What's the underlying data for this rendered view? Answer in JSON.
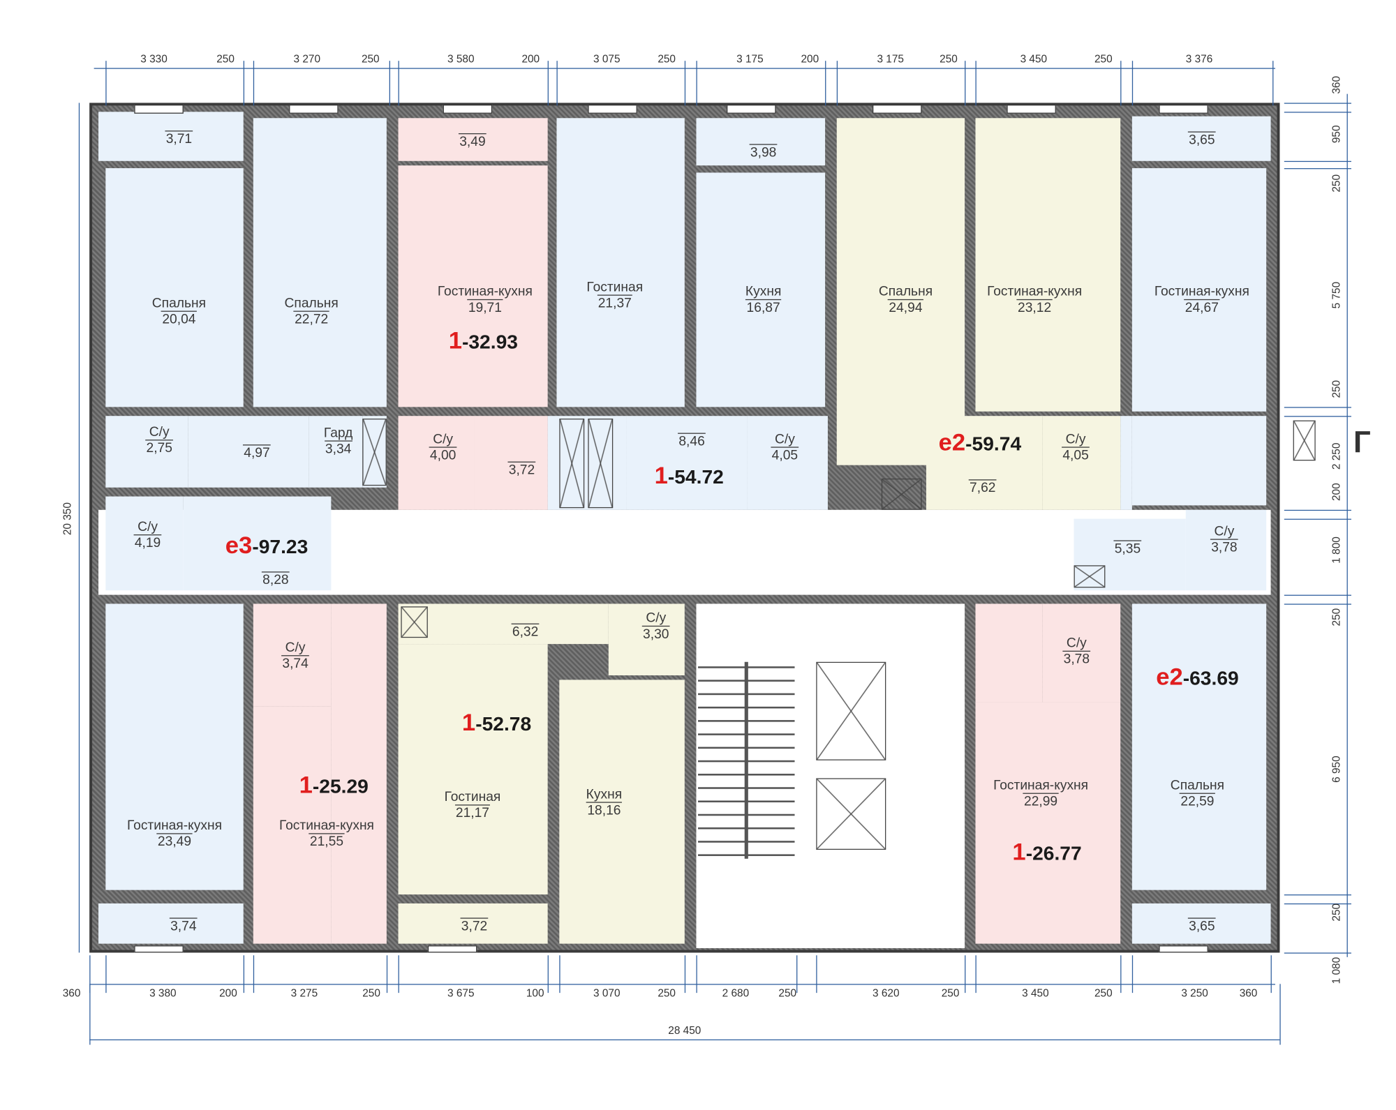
{
  "rooms": [
    {
      "area": "3,71"
    },
    {
      "name": "Спальня",
      "area": "20,04"
    },
    {
      "name": "Спальня",
      "area": "22,72"
    },
    {
      "area": "3,49"
    },
    {
      "name": "Гостиная-кухня",
      "area": "19,71"
    },
    {
      "name": "Гостиная",
      "area": "21,37"
    },
    {
      "area": "3,98"
    },
    {
      "name": "Кухня",
      "area": "16,87"
    },
    {
      "name": "Спальня",
      "area": "24,94"
    },
    {
      "name": "Гостиная-кухня",
      "area": "23,12"
    },
    {
      "area": "3,65"
    },
    {
      "name": "Гостиная-кухня",
      "area": "24,67"
    },
    {
      "name": "С/у",
      "area": "2,75"
    },
    {
      "area": "4,97"
    },
    {
      "name": "Гард",
      "area": "3,34"
    },
    {
      "name": "С/у",
      "area": "4,19"
    },
    {
      "area": "8,28"
    },
    {
      "name": "С/у",
      "area": "4,00"
    },
    {
      "area": "3,72"
    },
    {
      "area": "8,46"
    },
    {
      "name": "С/у",
      "area": "4,05"
    },
    {
      "area": "7,62"
    },
    {
      "name": "С/у",
      "area": "4,05"
    },
    {
      "area": "5,35"
    },
    {
      "name": "С/у",
      "area": "3,78"
    },
    {
      "name": "Гостиная-кухня",
      "area": "23,49"
    },
    {
      "area": "3,74"
    },
    {
      "name": "С/у",
      "area": "3,74"
    },
    {
      "name": "Гостиная-кухня",
      "area": "21,55"
    },
    {
      "area": "6,32"
    },
    {
      "name": "С/у",
      "area": "3,30"
    },
    {
      "name": "Гостиная",
      "area": "21,17"
    },
    {
      "name": "Кухня",
      "area": "18,16"
    },
    {
      "area": "3,72"
    },
    {
      "name": "С/у",
      "area": "3,78"
    },
    {
      "name": "Гостиная-кухня",
      "area": "22,99"
    },
    {
      "name": "Спальня",
      "area": "22,59"
    },
    {
      "area": "3,65"
    }
  ],
  "apartments": [
    {
      "type": "1",
      "area": "-32.93"
    },
    {
      "type": "1",
      "area": "-54.72"
    },
    {
      "type": "e2",
      "area": "-59.74"
    },
    {
      "type": "e3",
      "area": "-97.23"
    },
    {
      "type": "1",
      "area": "-25.29"
    },
    {
      "type": "1",
      "area": "-52.78"
    },
    {
      "type": "1",
      "area": "-26.77"
    },
    {
      "type": "e2",
      "area": "-63.69"
    }
  ],
  "dimensions": {
    "top": [
      "3 330",
      "250",
      "3 270",
      "250",
      "3 580",
      "200",
      "3 075",
      "250",
      "3 175",
      "200",
      "3 175",
      "250",
      "3 450",
      "250",
      "3 376"
    ],
    "bottom": [
      "360",
      "3 380",
      "200",
      "3 275",
      "250",
      "3 675",
      "100",
      "3 070",
      "250",
      "2 680",
      "250",
      "3 620",
      "250",
      "3 450",
      "250",
      "3 250",
      "360"
    ],
    "total_width": "28 450",
    "total_height": "20 350",
    "right": [
      "360",
      "950",
      "250",
      "5 750",
      "250",
      "2 250",
      "200",
      "1 800",
      "250",
      "6 950",
      "250",
      "1 080"
    ]
  },
  "section_mark": "Г",
  "colors": {
    "one_room": "#fbe4e4",
    "two_room": "#f6f5e1",
    "three_room": "#e9f2fb",
    "apartment_type": "#e01e1e",
    "dimension_line": "#2f5f9e"
  }
}
